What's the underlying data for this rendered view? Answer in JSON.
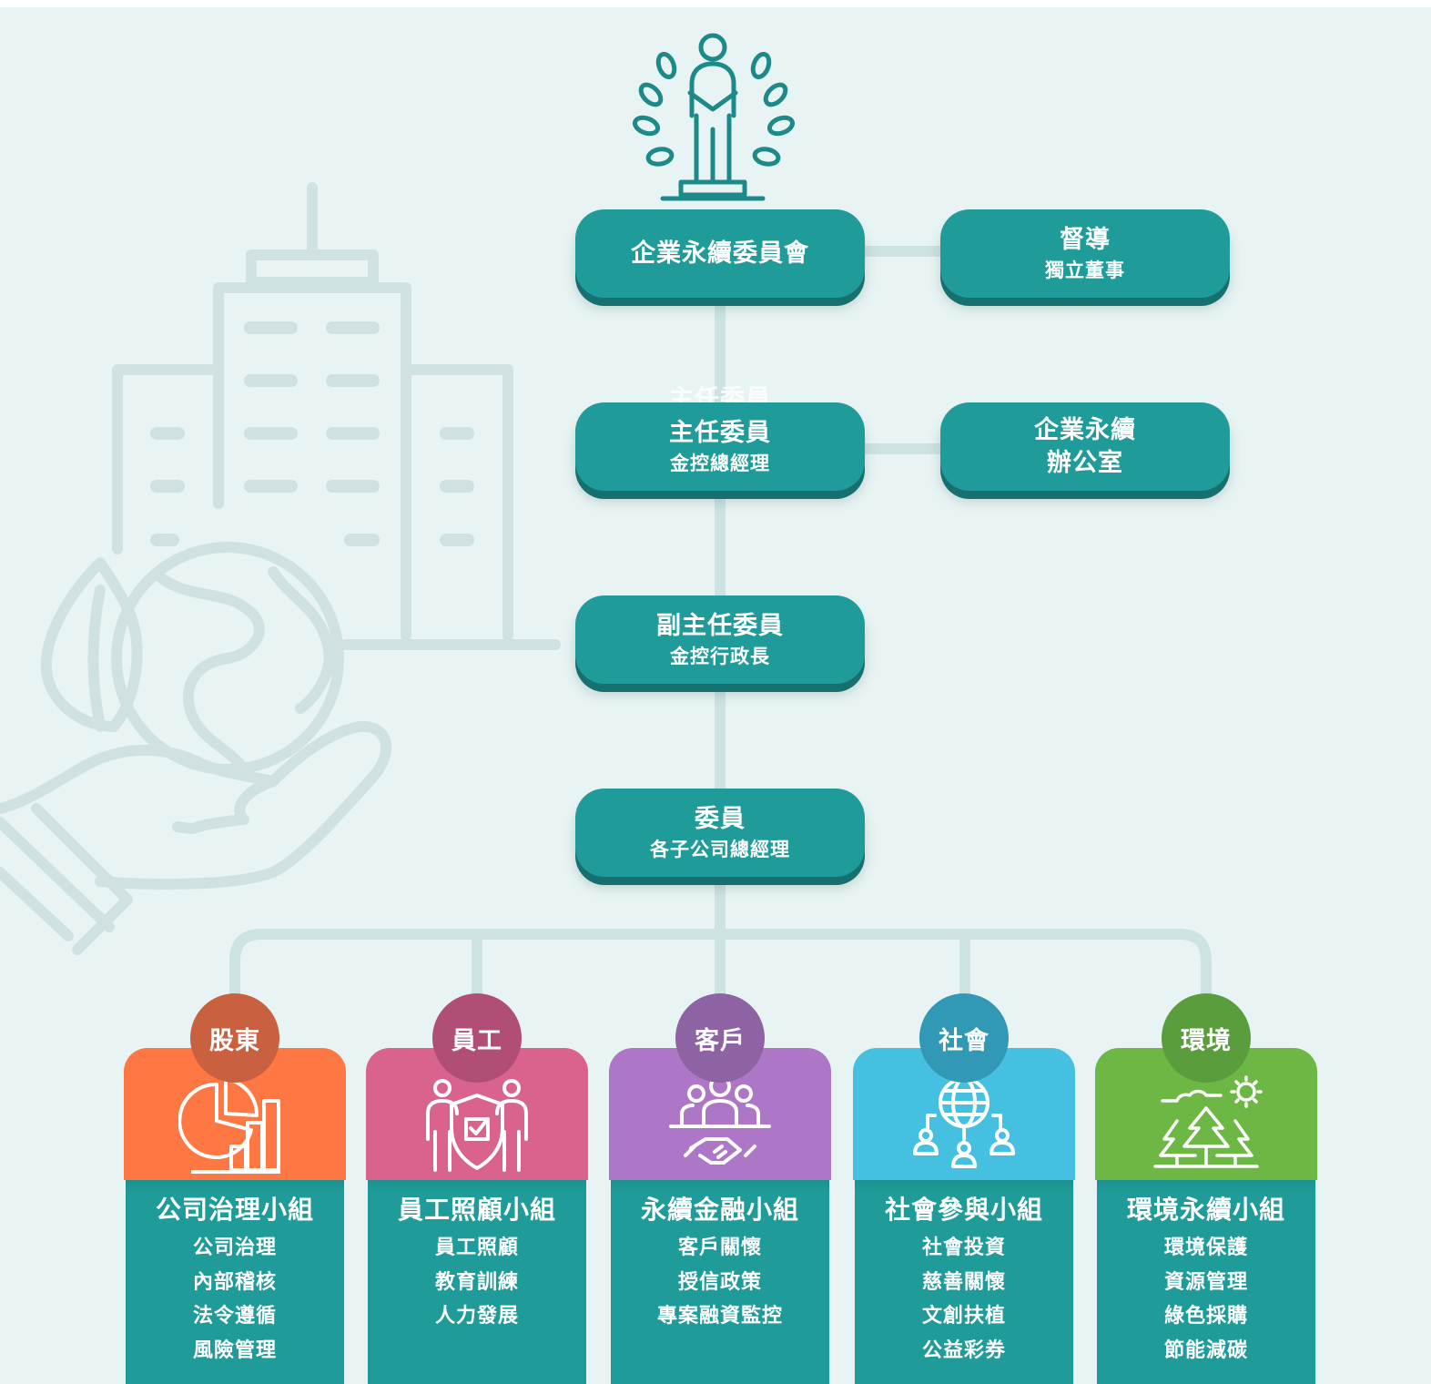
{
  "colors": {
    "background": "#e8f4f3",
    "node": "#1f9b9a",
    "node_shadow": "#17706f",
    "connector": "#cde3e2",
    "illustration": "#cfe2e1",
    "leader_icon": "#1b8a88"
  },
  "leader_icon": "leader-laurel-icon",
  "committee": {
    "line1": "企業永續委員會"
  },
  "supervisor": {
    "line1": "督導",
    "line2": "獨立董事"
  },
  "ghost_label": "主任委員",
  "chair": {
    "line1": "主任委員",
    "line2": "金控總經理"
  },
  "office": {
    "line1": "企業永續",
    "line2": "辦公室"
  },
  "vice_chair": {
    "line1": "副主任委員",
    "line2": "金控行政長"
  },
  "members": {
    "line1": "委員",
    "line2": "各子公司總經理"
  },
  "groups": [
    {
      "badge": "股東",
      "badge_color": "#c9603f",
      "top_color": "#ff7843",
      "icon": "pie-bar-chart-icon",
      "title": "公司治理小組",
      "items": [
        "公司治理",
        "內部稽核",
        "法令遵循",
        "風險管理"
      ]
    },
    {
      "badge": "員工",
      "badge_color": "#b14e75",
      "top_color": "#d9628e",
      "icon": "employee-shield-icon",
      "title": "員工照顧小組",
      "items": [
        "員工照顧",
        "教育訓練",
        "人力發展"
      ]
    },
    {
      "badge": "客戶",
      "badge_color": "#8e63a3",
      "top_color": "#ad76c6",
      "icon": "customers-handshake-icon",
      "title": "永續金融小組",
      "items": [
        "客戶關懷",
        "授信政策",
        "專案融資監控"
      ]
    },
    {
      "badge": "社會",
      "badge_color": "#3198b5",
      "top_color": "#45c0e0",
      "icon": "globe-network-icon",
      "title": "社會參與小組",
      "items": [
        "社會投資",
        "慈善關懷",
        "文創扶植",
        "公益彩券"
      ]
    },
    {
      "badge": "環境",
      "badge_color": "#5a9d3d",
      "top_color": "#6db844",
      "icon": "forest-sun-icon",
      "title": "環境永續小組",
      "items": [
        "環境保護",
        "資源管理",
        "綠色採購",
        "節能減碳"
      ]
    }
  ]
}
